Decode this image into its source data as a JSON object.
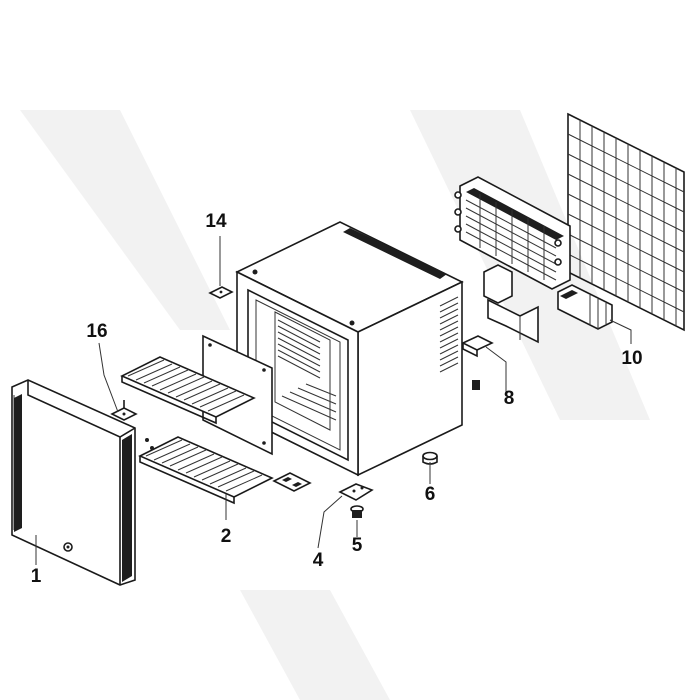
{
  "diagram": {
    "type": "exploded-parts-view",
    "callouts": [
      {
        "id": "door",
        "label": "1"
      },
      {
        "id": "lower-shelf",
        "label": "2"
      },
      {
        "id": "hinge-bracket-bottom",
        "label": "4"
      },
      {
        "id": "adjustable-foot",
        "label": "5"
      },
      {
        "id": "rear-foot",
        "label": "6"
      },
      {
        "id": "wall-bracket",
        "label": "8"
      },
      {
        "id": "condenser-assembly",
        "label": "10"
      },
      {
        "id": "top-hinge-plate",
        "label": "14"
      },
      {
        "id": "upper-hinge-bracket",
        "label": "16"
      }
    ]
  },
  "colors": {
    "ink": "#1a1a1a",
    "background": "#ffffff",
    "watermark": "#f2f2f2"
  }
}
